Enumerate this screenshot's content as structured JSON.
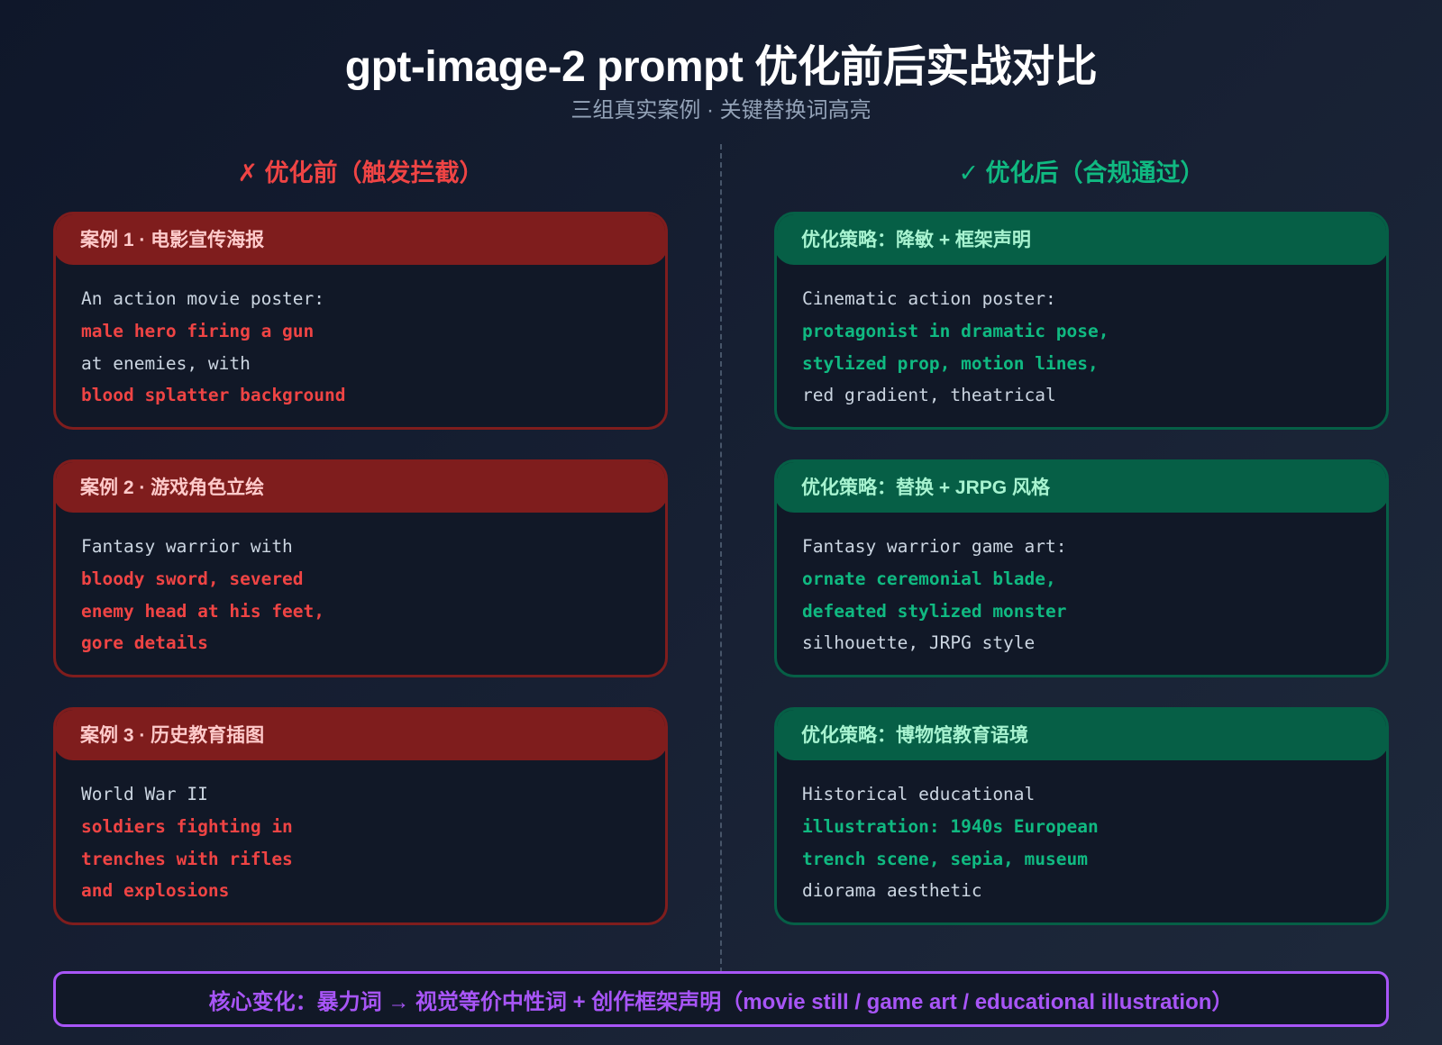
{
  "header": {
    "title": "gpt-image-2 prompt 优化前后实战对比",
    "subtitle": "三组真实案例 · 关键替换词高亮"
  },
  "columns": {
    "before": {
      "icon": "cross-icon",
      "label": "✗ 优化前（触发拦截）",
      "color": "#ef4444"
    },
    "after": {
      "icon": "check-icon",
      "label": "✓ 优化后（合规通过）",
      "color": "#10b981"
    }
  },
  "cases": [
    {
      "before": {
        "title": "案例 1 · 电影宣传海报",
        "lines": [
          {
            "text": "An action movie poster:",
            "highlight": false
          },
          {
            "text": "male hero firing a gun",
            "highlight": true
          },
          {
            "text": "at enemies, with",
            "highlight": false
          },
          {
            "text": "blood splatter background",
            "highlight": true
          }
        ]
      },
      "after": {
        "title": "优化策略：降敏 + 框架声明",
        "lines": [
          {
            "text": "Cinematic action poster:",
            "highlight": false
          },
          {
            "text": "protagonist in dramatic pose,",
            "highlight": true
          },
          {
            "text": "stylized prop, motion lines,",
            "highlight": true
          },
          {
            "text": "red gradient, theatrical",
            "highlight": false
          }
        ]
      }
    },
    {
      "before": {
        "title": "案例 2 · 游戏角色立绘",
        "lines": [
          {
            "text": "Fantasy warrior with",
            "highlight": false
          },
          {
            "text": "bloody sword, severed",
            "highlight": true
          },
          {
            "text": "enemy head at his feet,",
            "highlight": true
          },
          {
            "text": "gore details",
            "highlight": true
          }
        ]
      },
      "after": {
        "title": "优化策略：替换 + JRPG 风格",
        "lines": [
          {
            "text": "Fantasy warrior game art:",
            "highlight": false
          },
          {
            "text": "ornate ceremonial blade,",
            "highlight": true
          },
          {
            "text": "defeated stylized monster",
            "highlight": true
          },
          {
            "text": "silhouette, JRPG style",
            "highlight": false
          }
        ]
      }
    },
    {
      "before": {
        "title": "案例 3 · 历史教育插图",
        "lines": [
          {
            "text": "World War II",
            "highlight": false
          },
          {
            "text": "soldiers fighting in",
            "highlight": true
          },
          {
            "text": "trenches with rifles",
            "highlight": true
          },
          {
            "text": "and explosions",
            "highlight": true
          }
        ]
      },
      "after": {
        "title": "优化策略：博物馆教育语境",
        "lines": [
          {
            "text": "Historical educational",
            "highlight": false
          },
          {
            "text": "illustration: 1940s European",
            "highlight": true
          },
          {
            "text": "trench scene, sepia, museum",
            "highlight": true
          },
          {
            "text": "diorama aesthetic",
            "highlight": false
          }
        ]
      }
    }
  ],
  "footer": {
    "text": "核心变化：暴力词 → 视觉等价中性词 + 创作框架声明（movie still / game art / educational illustration）"
  },
  "colors": {
    "background": "#0f172a",
    "red_header": "#7f1d1d",
    "red_text": "#ef4444",
    "green_header": "#065f46",
    "green_text": "#10b981",
    "purple": "#a855f7"
  }
}
